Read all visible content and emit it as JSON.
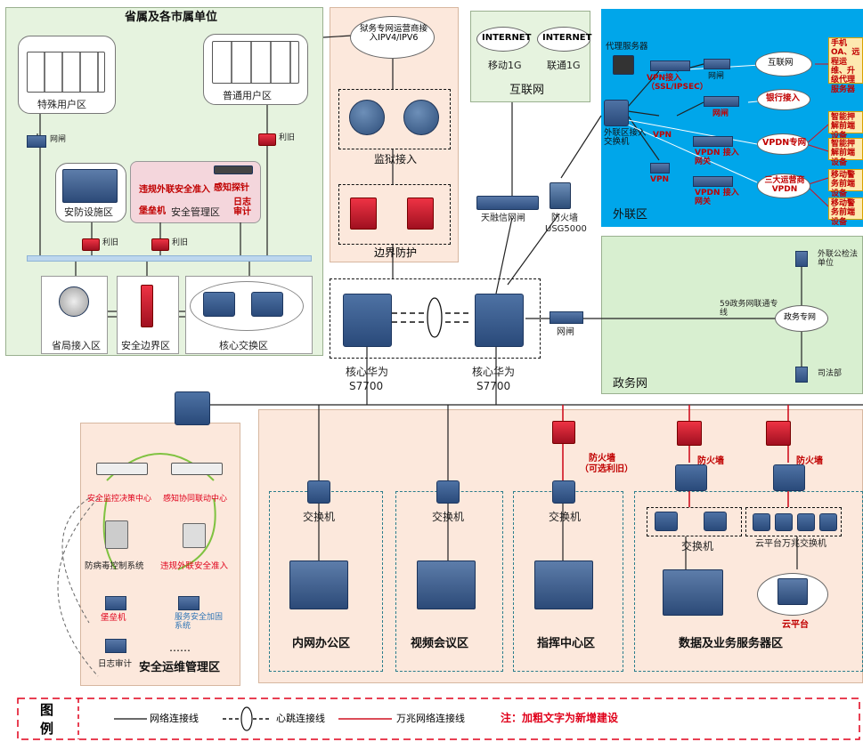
{
  "zones": {
    "prov_units": "省属及各市属单位",
    "special_users": "特殊用户区",
    "normal_users": "普通用户区",
    "security_facility": "安防设施区",
    "security_mgmt": "安全管理区",
    "illegal_outreach": "违规外联安全准入",
    "fort_machine": "堡垒机",
    "perception_probe": "感知探针",
    "log_audit_1": "日志审计",
    "prov_access": "省局接入区",
    "security_border": "安全边界区",
    "core_switch_zone": "核心交换区",
    "prison_access": "监狱接入",
    "border_protection": "边界防护",
    "internet": "互联网",
    "external": "外联区",
    "gov": "政务网",
    "office": "内网办公区",
    "video": "视频会议区",
    "command": "指挥中心区",
    "data_service": "数据及业务服务器区",
    "ops_mgmt": "安全运维管理区"
  },
  "labels": {
    "netgate": "网闸",
    "liju": "利旧",
    "isp_line": "狱务专网运营商接入IPV4/IPV6",
    "internet_a": "INTERNET",
    "internet_b": "INTERNET",
    "mobile": "移动1G",
    "unicom": "联通1G",
    "tianrongxin": "天融信网闸",
    "firewall_usg": "防火墙",
    "usg": "USG5000",
    "proxy": "代理服务器",
    "ext_switch": "外联区接入交换机",
    "vpn_in": "VPN接入（SSL/IPSEC）",
    "internet_cloud": "互联网",
    "mobile_oa": "手机OA、远程运维、升级代理服务器",
    "bank": "银行接入",
    "vpdn_private": "VPDN专网",
    "three_isp": "三大运营商VPDN",
    "smart_front_1": "智能押解前端设备",
    "smart_front_2": "智能押解前端设备",
    "mobile_police_1": "移动警务前端设备",
    "mobile_police_2": "移动警务前端设备",
    "vpn": "VPN",
    "vpdn_gw_1": "VPDN 接入网关",
    "vpdn_gw_2": "VPDN 接入网关",
    "netgate_b": "网闸",
    "core_1": "核心华为",
    "core_1b": "S7700",
    "core_2": "核心华为",
    "core_2b": "S7700",
    "gov_netgate": "网闸",
    "gov_line": "59政务网联通专线",
    "gov_cloud": "政务专网",
    "ext_unit": "外联公检法单位",
    "justice": "司法部",
    "switch": "交换机",
    "firewall": "防火墙",
    "firewall_reuse": "（可选利旧）",
    "cloud_switch": "云平台万兆交换机",
    "cloud_platform": "云平台",
    "sec_monitor": "安全监控决策中心",
    "perception_center": "感知协同联动中心",
    "antivirus": "防病毒控制系统",
    "illegal_outreach_2": "违规外联安全准入",
    "fort_2": "堡垒机",
    "service_harden": "服务安全加固系统",
    "log_audit_2": "日志审计",
    "ellipsis": "……"
  },
  "legend": {
    "title_1": "图",
    "title_2": "例",
    "network_line": "网络连接线",
    "heartbeat_line": "心跳连接线",
    "tengig_line": "万兆网络连接线",
    "note": "注：加粗文字为新增建设"
  },
  "colors": {
    "green_zone": "#e6f3df",
    "peach_zone": "#fce8dc",
    "blue_zone": "#00a6ea",
    "gov_green": "#d8efd0",
    "red_line": "#d01020",
    "legend_red": "#e0001a"
  }
}
